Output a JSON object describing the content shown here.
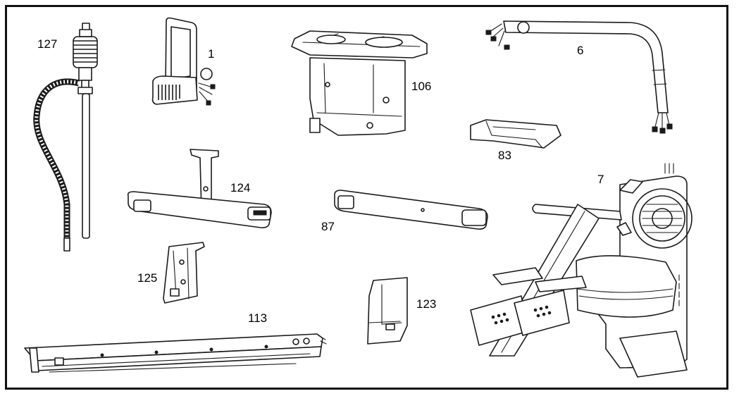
{
  "diagram": {
    "parts": [
      {
        "id": "part-1",
        "label": "1"
      },
      {
        "id": "part-6",
        "label": "6"
      },
      {
        "id": "part-7",
        "label": "7"
      },
      {
        "id": "part-83",
        "label": "83"
      },
      {
        "id": "part-87",
        "label": "87"
      },
      {
        "id": "part-106",
        "label": "106"
      },
      {
        "id": "part-113",
        "label": "113"
      },
      {
        "id": "part-123",
        "label": "123"
      },
      {
        "id": "part-124",
        "label": "124"
      },
      {
        "id": "part-125",
        "label": "125"
      },
      {
        "id": "part-127",
        "label": "127"
      }
    ],
    "colors": {
      "line": "#1a1a1a",
      "background": "#ffffff",
      "border": "#111111"
    }
  }
}
